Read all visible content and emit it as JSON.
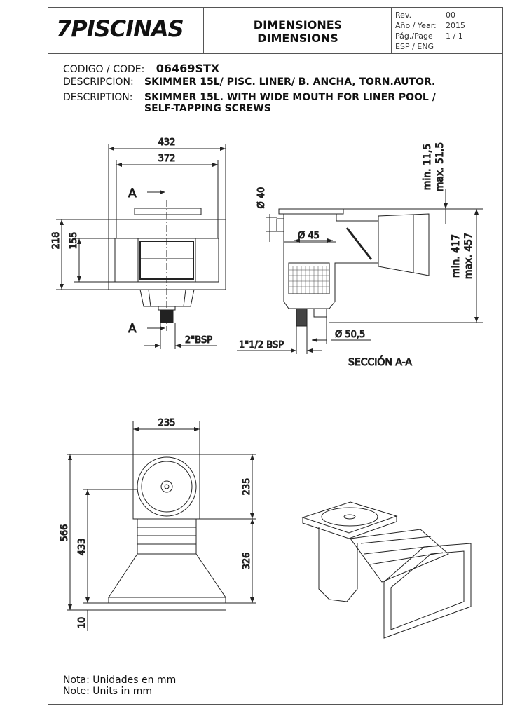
{
  "header": {
    "logo": "7PISCINAS",
    "title_es": "DIMENSIONES",
    "title_en": "DIMENSIONS",
    "rev_label": "Rev.",
    "rev_value": "00",
    "year_label": "Año / Year:",
    "year_value": "2015",
    "page_label": "Pág./Page",
    "page_value": "1 / 1",
    "lang": "ESP / ENG"
  },
  "info": {
    "code_label": "CODIGO / CODE:",
    "code_value": "06469STX",
    "desc_es_label": "DESCRIPCION:",
    "desc_es": "SKIMMER 15L/ PISC. LINER/ B. ANCHA, TORN.AUTOR.",
    "desc_en_label": "DESCRIPTION:",
    "desc_en_1": "SKIMMER 15L. WITH WIDE MOUTH FOR LINER POOL /",
    "desc_en_2": "SELF-TAPPING SCREWS"
  },
  "front_view": {
    "w_outer": "432",
    "w_inner": "372",
    "h_outer": "218",
    "h_inner": "155",
    "section_mark": "A",
    "thread": "2\"BSP"
  },
  "section_view": {
    "d_top": "Ø 40",
    "d_mid": "Ø 45",
    "d_bottom": "Ø 50,5",
    "thread": "1\"1/2 BSP",
    "top_min": "min. 11,5",
    "top_max": "max. 51,5",
    "h_min": "min. 417",
    "h_max": "max. 457",
    "caption": "SECCIÓN A-A"
  },
  "top_view": {
    "w_top": "235",
    "h_total": "566",
    "h_433": "433",
    "h_top": "235",
    "h_bottom": "326",
    "h_base": "10"
  },
  "notes": {
    "es": "Nota: Unidades en mm",
    "en": "Note: Units in mm"
  }
}
